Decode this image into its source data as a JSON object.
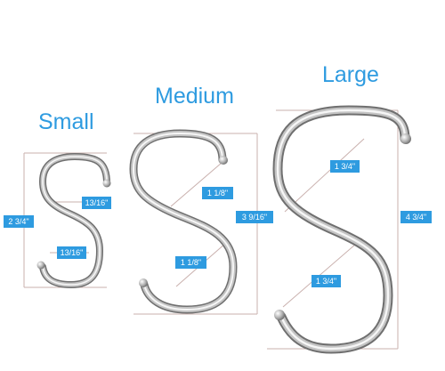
{
  "colors": {
    "title": "#2e9be0",
    "label_bg": "#2e9be0",
    "label_text": "#ffffff",
    "dim_line": "#c9b0ad",
    "steel_dark": "#6f6f6f",
    "steel_mid": "#b5b5b5",
    "steel_light": "#f3f3f3"
  },
  "hooks": {
    "small": {
      "title": "Small",
      "height_label": "2 3/4\"",
      "upper_opening_label": "13/16\"",
      "lower_opening_label": "13/16\""
    },
    "medium": {
      "title": "Medium",
      "height_label": "3 9/16\"",
      "upper_opening_label": "1 1/8\"",
      "lower_opening_label": "1 1/8\""
    },
    "large": {
      "title": "Large",
      "height_label": "4 3/4\"",
      "upper_opening_label": "1 3/4\"",
      "lower_opening_label": "1 3/4\""
    }
  }
}
